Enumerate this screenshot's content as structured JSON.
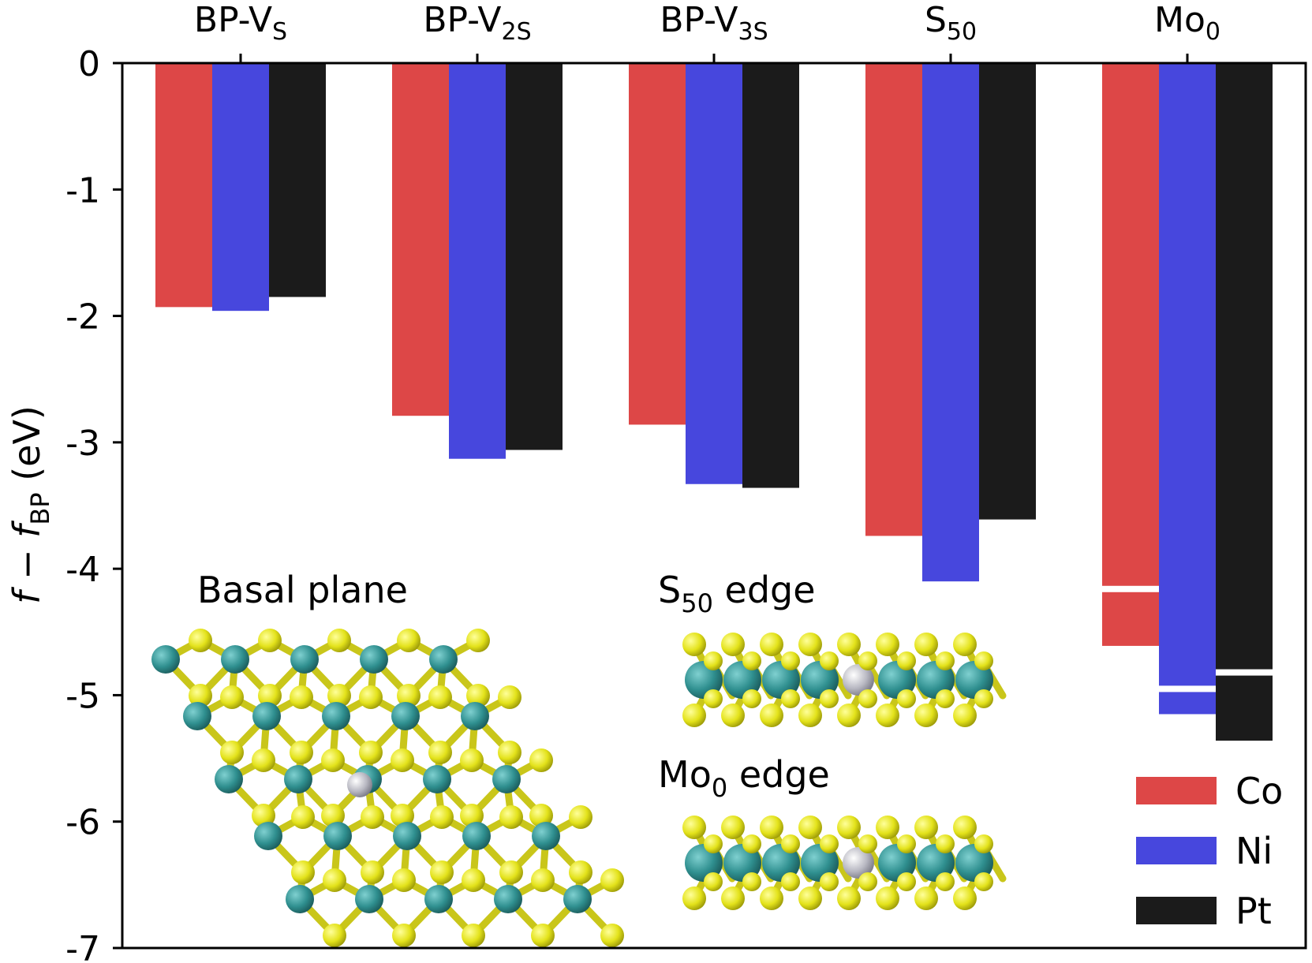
{
  "chart_data": {
    "type": "bar",
    "categories": [
      "BP-V",
      "BP-V",
      "BP-V",
      "S",
      "Mo"
    ],
    "category_subscripts": [
      "S",
      "2S",
      "3S",
      "50",
      "0"
    ],
    "series": [
      {
        "name": "Co",
        "color": "#dd4747",
        "values": [
          -1.93,
          -2.79,
          -2.86,
          -3.74,
          -4.61
        ],
        "secondary_levels": [
          null,
          null,
          null,
          null,
          -4.16
        ]
      },
      {
        "name": "Ni",
        "color": "#4747dd",
        "values": [
          -1.96,
          -3.13,
          -3.33,
          -4.1,
          -5.15
        ],
        "secondary_levels": [
          null,
          null,
          null,
          null,
          -4.95
        ]
      },
      {
        "name": "Pt",
        "color": "#1b1b1b",
        "values": [
          -1.85,
          -3.06,
          -3.36,
          -3.61,
          -5.36
        ],
        "secondary_levels": [
          null,
          null,
          null,
          null,
          -4.82
        ]
      }
    ],
    "ylim": [
      -7,
      0
    ],
    "yticks": [
      0,
      -1,
      -2,
      -3,
      -4,
      -5,
      -6,
      -7
    ],
    "ylabel": {
      "f1": "f",
      "minus": " − ",
      "f2": "f",
      "sub": "BP",
      "unit": " (eV)"
    },
    "xaxis_position": "top",
    "legend": {
      "placement": "lower-right",
      "entries": [
        "Co",
        "Ni",
        "Pt"
      ]
    },
    "annotations": {
      "basal": "Basal plane",
      "s50_main": "S",
      "s50_sub": "50",
      "s50_rest": " edge",
      "mo0_main": "Mo",
      "mo0_sub": "0",
      "mo0_rest": " edge"
    },
    "atom_colors": {
      "mo": "#2f8f8f",
      "s": "#e3e21a",
      "dopant": "#b8b8c2"
    }
  }
}
